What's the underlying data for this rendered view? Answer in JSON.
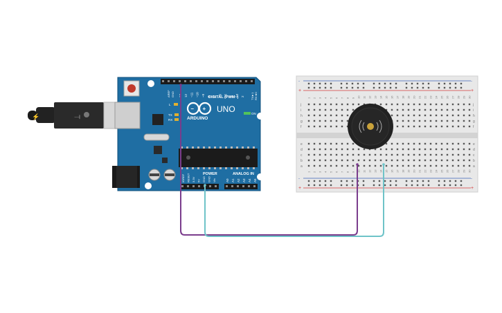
{
  "board": {
    "model": "UNO",
    "brand": "ARDUINO",
    "header_digital": "DIGITAL (PWM~)",
    "header_power": "POWER",
    "header_analog": "ANALOG IN",
    "on_label": "ON",
    "led_l": "L",
    "led_tx": "TX",
    "led_rx": "RX",
    "aref": "AREF",
    "gnd_top": "GND",
    "tx_pin": "TX►1",
    "rx_pin": "RX◄0",
    "digital_pins": [
      "13",
      "12",
      "~11",
      "~10",
      "~9",
      "8",
      "7",
      "~6",
      "~5",
      "4",
      "~3",
      "2"
    ],
    "power_pins": [
      "IOREF",
      "RESET",
      "3.3V",
      "5V",
      "GND",
      "GND",
      "Vin"
    ],
    "analog_pins": [
      "A0",
      "A1",
      "A2",
      "A3",
      "A4",
      "A5"
    ]
  },
  "breadboard": {
    "rail_plus": "+",
    "rail_minus": "-",
    "row_letters_top": [
      "j",
      "i",
      "h",
      "g",
      "f"
    ],
    "row_letters_bottom": [
      "e",
      "d",
      "c",
      "b",
      "a"
    ],
    "column_count": 30
  },
  "colors": {
    "board": "#1f6ea3",
    "board_edge": "#0f4f7b",
    "wire_purple": "#7a3c8c",
    "wire_cyan": "#6ec3c8",
    "breadboard": "#e8e8e8",
    "rail_red": "#d43b3b",
    "rail_blue": "#3b63b8",
    "buzzer_body": "#222222",
    "buzzer_center": "#c9a23a"
  },
  "icons": {
    "usb": "usb-icon",
    "sound": "sound-wave-icon"
  }
}
